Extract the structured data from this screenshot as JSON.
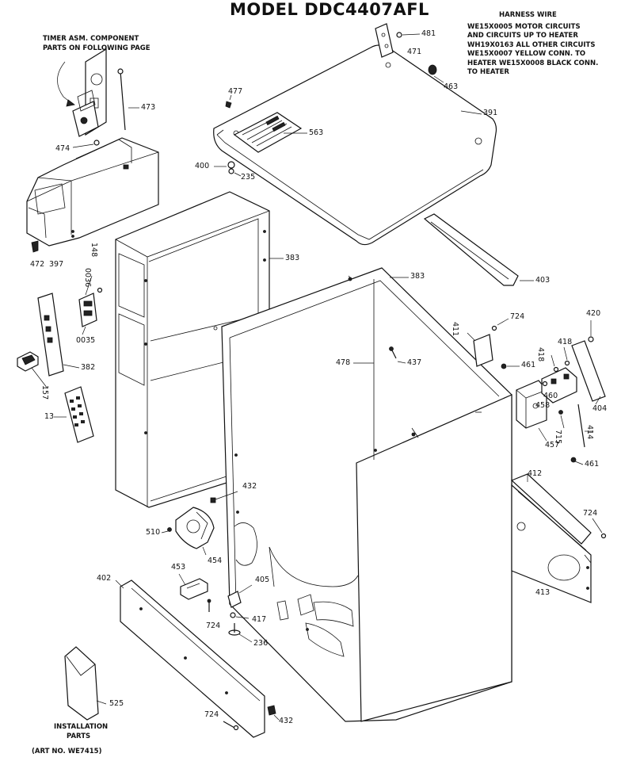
{
  "title": "MODEL DDC4407AFL",
  "notes": {
    "harness_heading": "HARNESS WIRE",
    "harness_lines": [
      "WE15X0005 MOTOR CIRCUITS",
      "AND CIRCUITS UP TO HEATER",
      "WH19X0163 ALL OTHER CIRCUITS",
      "WE15X0007 YELLOW CONN. TO",
      "HEATER WE15X0008 BLACK CONN.",
      "TO HEATER"
    ],
    "timer_lines": [
      "TIMER ASM. COMPONENT",
      "PARTS ON FOLLOWING PAGE"
    ],
    "installation_lines": [
      "INSTALLATION",
      "PARTS",
      "(ART NO. WE7415)"
    ]
  },
  "parts": [
    {
      "id": "p481",
      "text": "481"
    },
    {
      "id": "p471",
      "text": "471"
    },
    {
      "id": "p463",
      "text": "463"
    },
    {
      "id": "p391",
      "text": "391"
    },
    {
      "id": "p477",
      "text": "477"
    },
    {
      "id": "p563",
      "text": "563"
    },
    {
      "id": "p473",
      "text": "473"
    },
    {
      "id": "p474",
      "text": "474"
    },
    {
      "id": "p400",
      "text": "400"
    },
    {
      "id": "p235",
      "text": "235"
    },
    {
      "id": "p472",
      "text": "472"
    },
    {
      "id": "p397",
      "text": "397"
    },
    {
      "id": "p148",
      "text": "148"
    },
    {
      "id": "p0036",
      "text": "0036"
    },
    {
      "id": "p0035",
      "text": "0035"
    },
    {
      "id": "p383a",
      "text": "383"
    },
    {
      "id": "p383b",
      "text": "383"
    },
    {
      "id": "p403",
      "text": "403"
    },
    {
      "id": "p382",
      "text": "382"
    },
    {
      "id": "p157",
      "text": "157"
    },
    {
      "id": "p13",
      "text": "13"
    },
    {
      "id": "p478",
      "text": "478"
    },
    {
      "id": "p437",
      "text": "437"
    },
    {
      "id": "p411",
      "text": "411"
    },
    {
      "id": "p724a",
      "text": "724"
    },
    {
      "id": "p461a",
      "text": "461"
    },
    {
      "id": "p420",
      "text": "420"
    },
    {
      "id": "p418a",
      "text": "418"
    },
    {
      "id": "p418b",
      "text": "418"
    },
    {
      "id": "p460",
      "text": "460"
    },
    {
      "id": "p458",
      "text": "458"
    },
    {
      "id": "p404",
      "text": "404"
    },
    {
      "id": "p457",
      "text": "457"
    },
    {
      "id": "p715",
      "text": "715"
    },
    {
      "id": "p414",
      "text": "414"
    },
    {
      "id": "p461b",
      "text": "461"
    },
    {
      "id": "p412",
      "text": "412"
    },
    {
      "id": "p724b",
      "text": "724"
    },
    {
      "id": "p413",
      "text": "413"
    },
    {
      "id": "p432a",
      "text": "432"
    },
    {
      "id": "p510",
      "text": "510"
    },
    {
      "id": "p454",
      "text": "454"
    },
    {
      "id": "p453",
      "text": "453"
    },
    {
      "id": "p405",
      "text": "405"
    },
    {
      "id": "p402",
      "text": "402"
    },
    {
      "id": "p724c",
      "text": "724"
    },
    {
      "id": "p417",
      "text": "417"
    },
    {
      "id": "p236",
      "text": "236"
    },
    {
      "id": "p525",
      "text": "525"
    },
    {
      "id": "p724d",
      "text": "724"
    },
    {
      "id": "p432b",
      "text": "432"
    }
  ]
}
